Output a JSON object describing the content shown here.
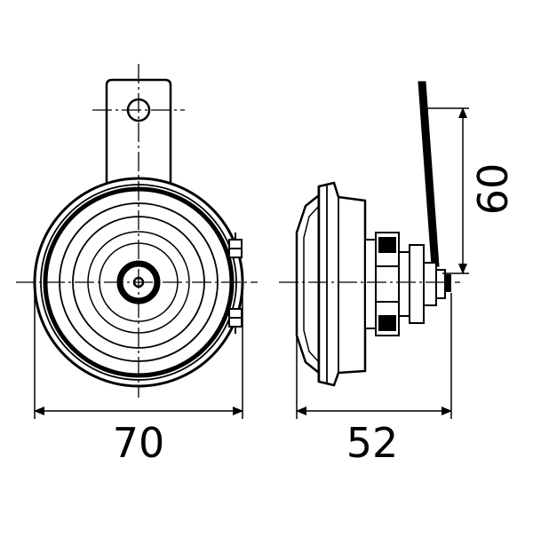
{
  "drawing": {
    "front_view": {
      "width_label": "70"
    },
    "side_view": {
      "depth_label": "52",
      "bracket_height_label": "60"
    }
  }
}
